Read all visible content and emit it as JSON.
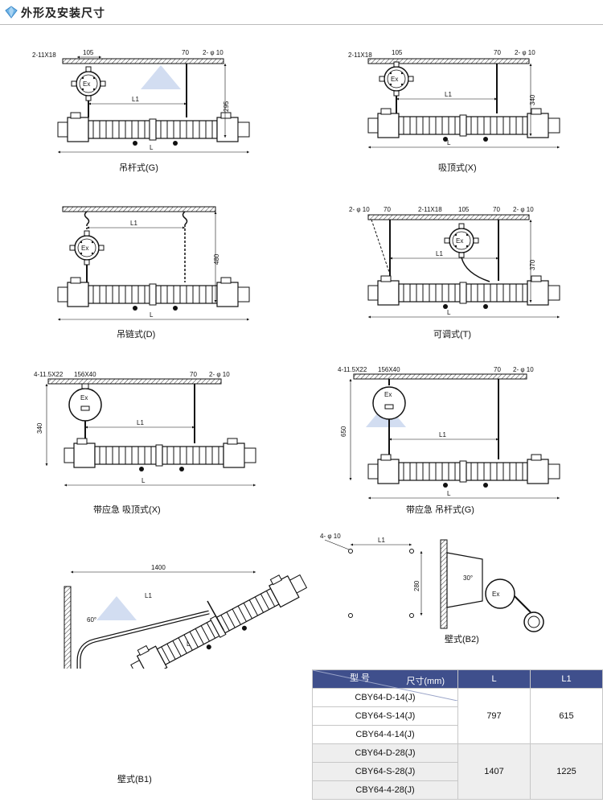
{
  "header": {
    "title": "外形及安装尺寸",
    "icon": "diamond-icon"
  },
  "diagrams": {
    "g": {
      "caption": "吊杆式(G)",
      "bolt": "2-11X18",
      "w105": "105",
      "w70": "70",
      "hole": "2- φ 10",
      "l1": "L1",
      "l": "L",
      "h": "295",
      "ex": "Ex"
    },
    "x": {
      "caption": "吸顶式(X)",
      "bolt": "2-11X18",
      "w105": "105",
      "w70": "70",
      "hole": "2- φ 10",
      "l1": "L1",
      "l": "L",
      "h": "340",
      "ex": "Ex"
    },
    "d": {
      "caption": "吊链式(D)",
      "l1": "L1",
      "l": "L",
      "h": "480",
      "ex": "Ex"
    },
    "t": {
      "caption": "可调式(T)",
      "hole1": "2- φ 10",
      "w70a": "70",
      "bolt": "2-11X18",
      "w105": "105",
      "w70b": "70",
      "hole2": "2- φ 10",
      "l1": "L1",
      "l": "L",
      "h": "370",
      "ex": "Ex"
    },
    "ex": {
      "caption": "带应急 吸顶式(X)",
      "bolt": "4-11.5X22",
      "w156": "156X40",
      "w70": "70",
      "hole": "2- φ 10",
      "l1": "L1",
      "l": "L",
      "h": "340",
      "ex": "Ex"
    },
    "eg": {
      "caption": "带应急 吊杆式(G)",
      "bolt": "4-11.5X22",
      "w156": "156X40",
      "w70": "70",
      "hole": "2- φ 10",
      "l1": "L1",
      "l": "L",
      "h": "650",
      "ex": "Ex"
    },
    "b1": {
      "caption": "壁式(B1)",
      "w": "1400",
      "l1": "L1",
      "l": "L",
      "angle": "60°"
    },
    "b2": {
      "caption": "壁式(B2)",
      "hole": "4- φ 10",
      "l1": "L1",
      "h": "280",
      "angle": "30°",
      "ex": "Ex"
    }
  },
  "table": {
    "head_dim": "尺寸(mm)",
    "head_model": "型 号",
    "col_l": "L",
    "col_l1": "L1",
    "group1": {
      "models": [
        "CBY64-D-14(J)",
        "CBY64-S-14(J)",
        "CBY64-4-14(J)"
      ],
      "l": "797",
      "l1": "615"
    },
    "group2": {
      "models": [
        "CBY64-D-28(J)",
        "CBY64-S-28(J)",
        "CBY64-4-28(J)"
      ],
      "l": "1407",
      "l1": "1225"
    }
  }
}
